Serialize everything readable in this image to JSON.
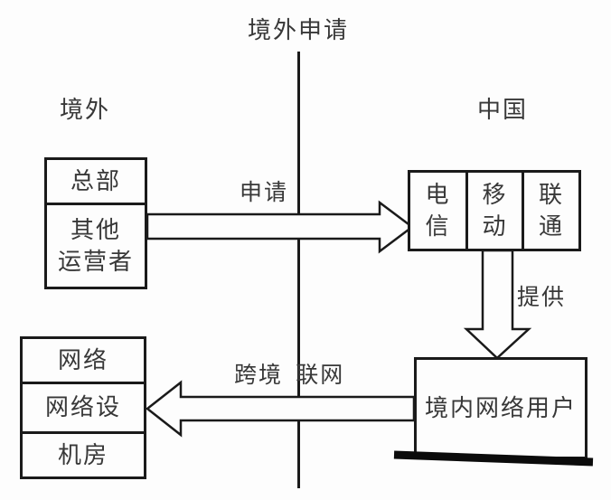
{
  "diagram": {
    "title": "境外申请",
    "regions": {
      "left": "境外",
      "right": "中国"
    },
    "overseas_box": {
      "headquarters": "总部",
      "other_operators": "其他\n运营者"
    },
    "carriers_box": {
      "telecom": "电\n信",
      "mobile": "移\n动",
      "unicom": "联\n通"
    },
    "arrows": {
      "apply": "申请",
      "provide": "提供",
      "cross_border": "跨境 联网"
    },
    "domestic_users_box": {
      "label": "境内网络用户"
    },
    "facilities_box": {
      "network": "网络",
      "network_equipment": "网络设",
      "server_room": "机房"
    }
  },
  "colors": {
    "stroke": "#1a1a1a",
    "marker": "#0b0b0b",
    "text": "#383838",
    "background": "#fdfdfd"
  }
}
